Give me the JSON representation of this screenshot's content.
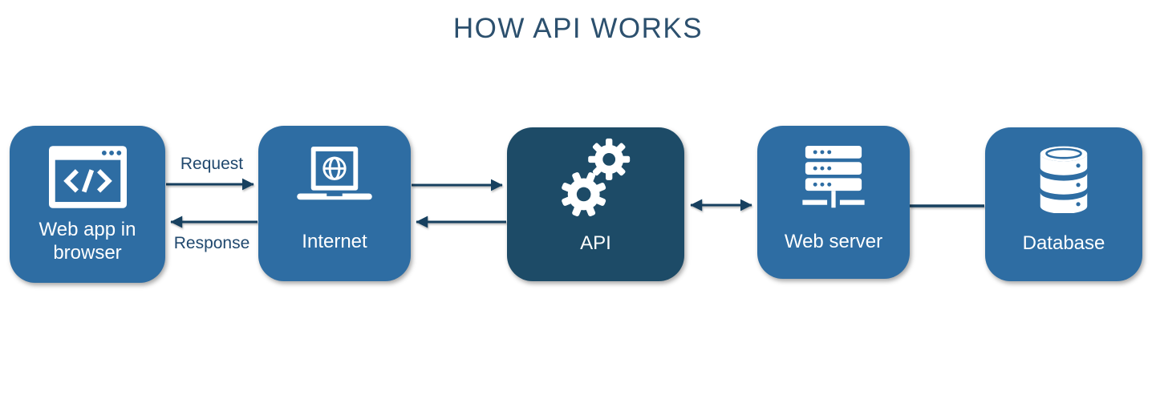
{
  "title": "HOW API WORKS",
  "colors": {
    "node_blue": "#2E6DA3",
    "node_dark": "#1D4B67",
    "arrow": "#17405F",
    "title_text": "#2C506E",
    "flow_label_text": "#20486E",
    "node_label_text": "#FFFFFF",
    "background": "#FFFFFF"
  },
  "nodes": [
    {
      "label": "Web app in browser",
      "icon": "code-window-icon",
      "variant": "light"
    },
    {
      "label": "Internet",
      "icon": "laptop-globe-icon",
      "variant": "light"
    },
    {
      "label": "API",
      "icon": "gears-icon",
      "variant": "dark"
    },
    {
      "label": "Web server",
      "icon": "server-stack-icon",
      "variant": "light"
    },
    {
      "label": "Database",
      "icon": "database-icon",
      "variant": "light"
    }
  ],
  "connections": {
    "request_label": "Request",
    "response_label": "Response",
    "flows": [
      {
        "from": "Web app in browser",
        "to": "Internet",
        "label": "Request",
        "type": "arrow-right"
      },
      {
        "from": "Internet",
        "to": "Web app in browser",
        "label": "Response",
        "type": "arrow-left"
      },
      {
        "from": "Internet",
        "to": "API",
        "label": "",
        "type": "arrow-right"
      },
      {
        "from": "API",
        "to": "Internet",
        "label": "",
        "type": "arrow-left"
      },
      {
        "from": "API",
        "to": "Web server",
        "label": "",
        "type": "arrow-both"
      },
      {
        "from": "Web server",
        "to": "Database",
        "label": "",
        "type": "line"
      }
    ]
  }
}
